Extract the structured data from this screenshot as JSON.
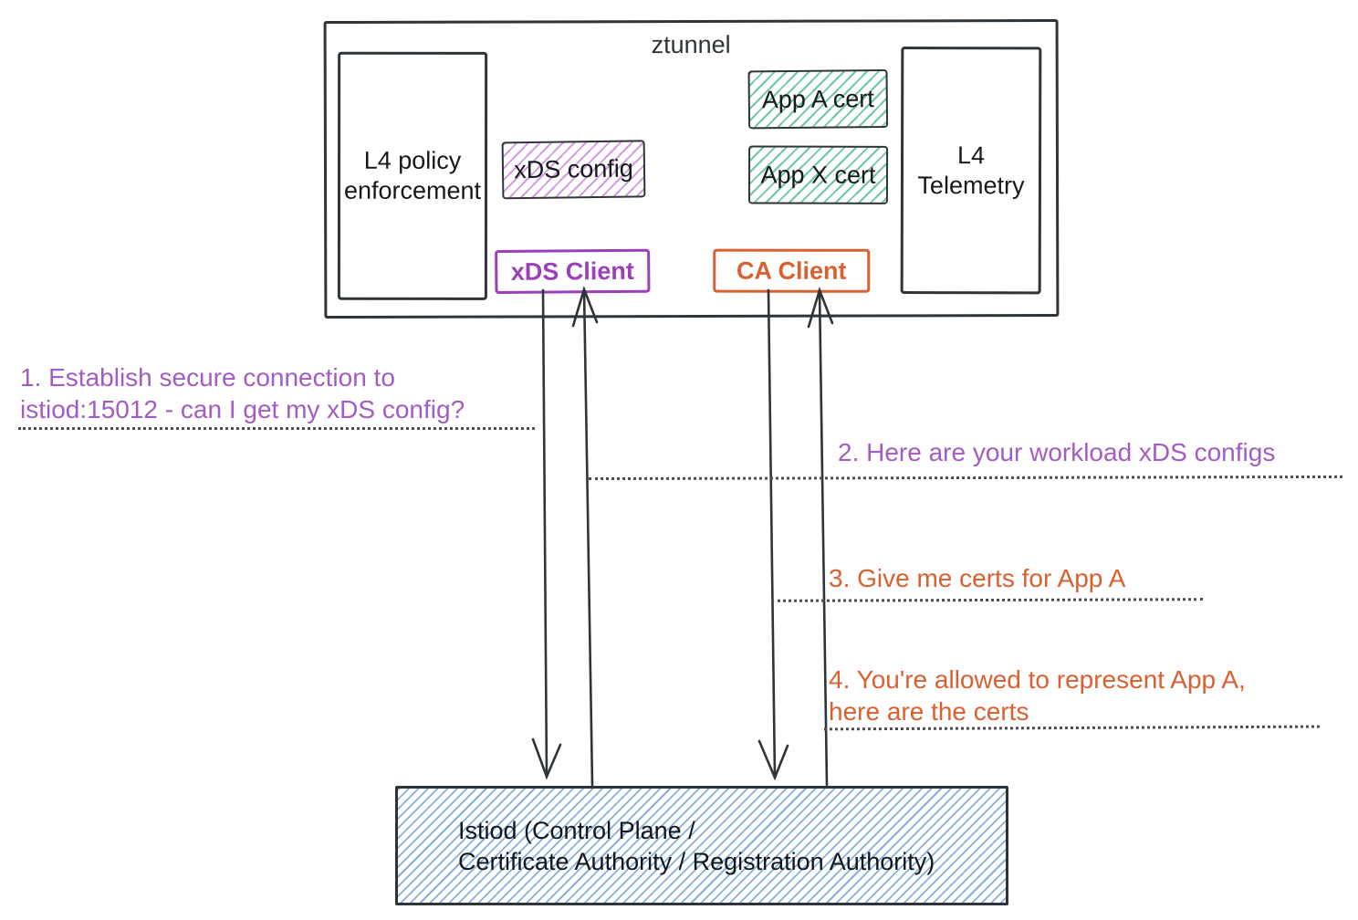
{
  "colors": {
    "stroke_dark": "#2e3438",
    "purple": "#a35cc2",
    "purple_strong": "#9b3fba",
    "purple_hatch": "#d49ae2",
    "orange": "#d96030",
    "teal_hatch": "#6cc7a5",
    "blue_hatch": "#85b0dc",
    "dotted": "#4a4f52"
  },
  "ztunnel": {
    "title": "ztunnel",
    "l4_policy_label": "L4 policy\nenforcement",
    "xds_config_label": "xDS config",
    "app_a_cert_label": "App A cert",
    "app_x_cert_label": "App X cert",
    "l4_telemetry_label": "L4\nTelemetry",
    "xds_client_label": "xDS Client",
    "ca_client_label": "CA Client"
  },
  "messages": [
    {
      "text": "1. Establish secure connection to\nistiod:15012 - can I get my xDS config?",
      "color": "purple"
    },
    {
      "text": "2. Here are your workload xDS configs",
      "color": "purple"
    },
    {
      "text": "3. Give me certs for App A",
      "color": "orange"
    },
    {
      "text": "4. You're allowed to represent App A,\nhere are the certs",
      "color": "orange"
    }
  ],
  "istiod": {
    "label": "Istiod (Control Plane /\nCertificate Authority / Registration Authority)"
  }
}
